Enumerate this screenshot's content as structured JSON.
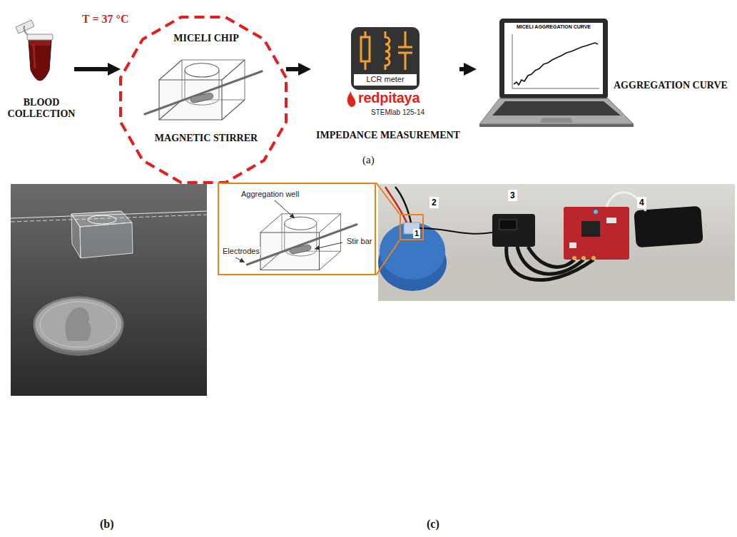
{
  "diagram": {
    "nodes": [
      {
        "text": [
          "BLOOD COLLECTION"
        ]
      },
      {
        "text": [
          "T = 37 °C",
          "MICELI CHIP",
          "MAGNETIC STIRRER"
        ]
      },
      {
        "text": [
          "LCR meter",
          "redpitaya",
          "STEMlab 125-14",
          "IMPEDANCE MEASUREMENT"
        ]
      },
      {
        "text": [
          "MICELI AGGREGATION CURVE",
          "AGGREGATION CURVE"
        ]
      },
      {
        "text": [
          "Aggregation well",
          "Stir bar",
          "Electrodes"
        ]
      },
      {
        "text": [
          "1"
        ]
      }
    ],
    "edges": [
      {
        "from": 0,
        "to": 1,
        "arrow": "to"
      },
      {
        "from": 1,
        "to": 2,
        "arrow": "to"
      },
      {
        "from": 2,
        "to": 3,
        "arrow": "to"
      },
      {
        "from": 5,
        "to": 4,
        "arrow": "none"
      }
    ],
    "labels": [
      "(a)",
      "(b)",
      "(c)",
      "2",
      "3",
      "4"
    ]
  }
}
